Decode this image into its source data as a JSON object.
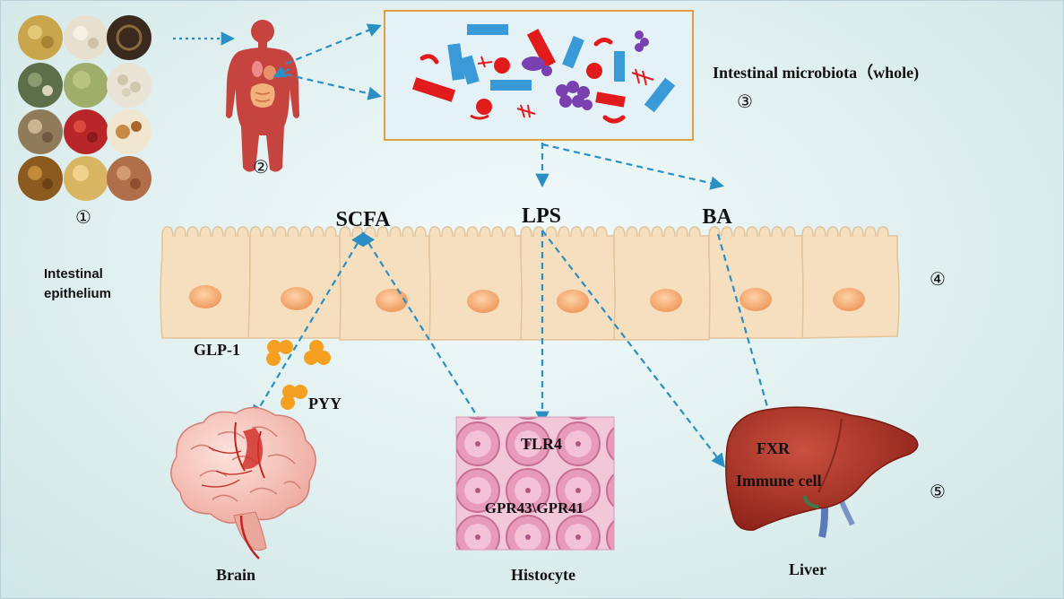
{
  "labels": {
    "step1": "①",
    "step2": "②",
    "step3": "③",
    "step4": "④",
    "step5": "⑤",
    "microbiota": "Intestinal microbiota（whole)",
    "epithelium_line1": "Intestinal",
    "epithelium_line2": "epithelium",
    "scfa": "SCFA",
    "lps": "LPS",
    "ba": "BA",
    "glp1": "GLP-1",
    "pyy": "PYY",
    "tlr4": "TLR4",
    "gpr": "GPR43\\GPR41",
    "fxr": "FXR",
    "immune": "Immune cell",
    "brain": "Brain",
    "histocyte": "Histocyte",
    "liver": "Liver"
  },
  "colors": {
    "arrow": "#2a8fc4",
    "bacteria_red": "#e11b1b",
    "bacteria_blue": "#3a9ad8",
    "bacteria_purple": "#7a3fb0",
    "hormone": "#f5a020",
    "epithelium": "#f6dfbe",
    "nucleus": "#f3b27a",
    "liver": "#a73024",
    "tissue": "#e6a0bd",
    "box_border": "#e0a040"
  },
  "icons": {
    "herbs": "herbal-medicine-grid",
    "body": "human-body-organs",
    "bacteria": "bacteria-cluster",
    "brain": "brain-illustration",
    "tissue": "tissue-micrograph",
    "liver": "liver-illustration"
  }
}
